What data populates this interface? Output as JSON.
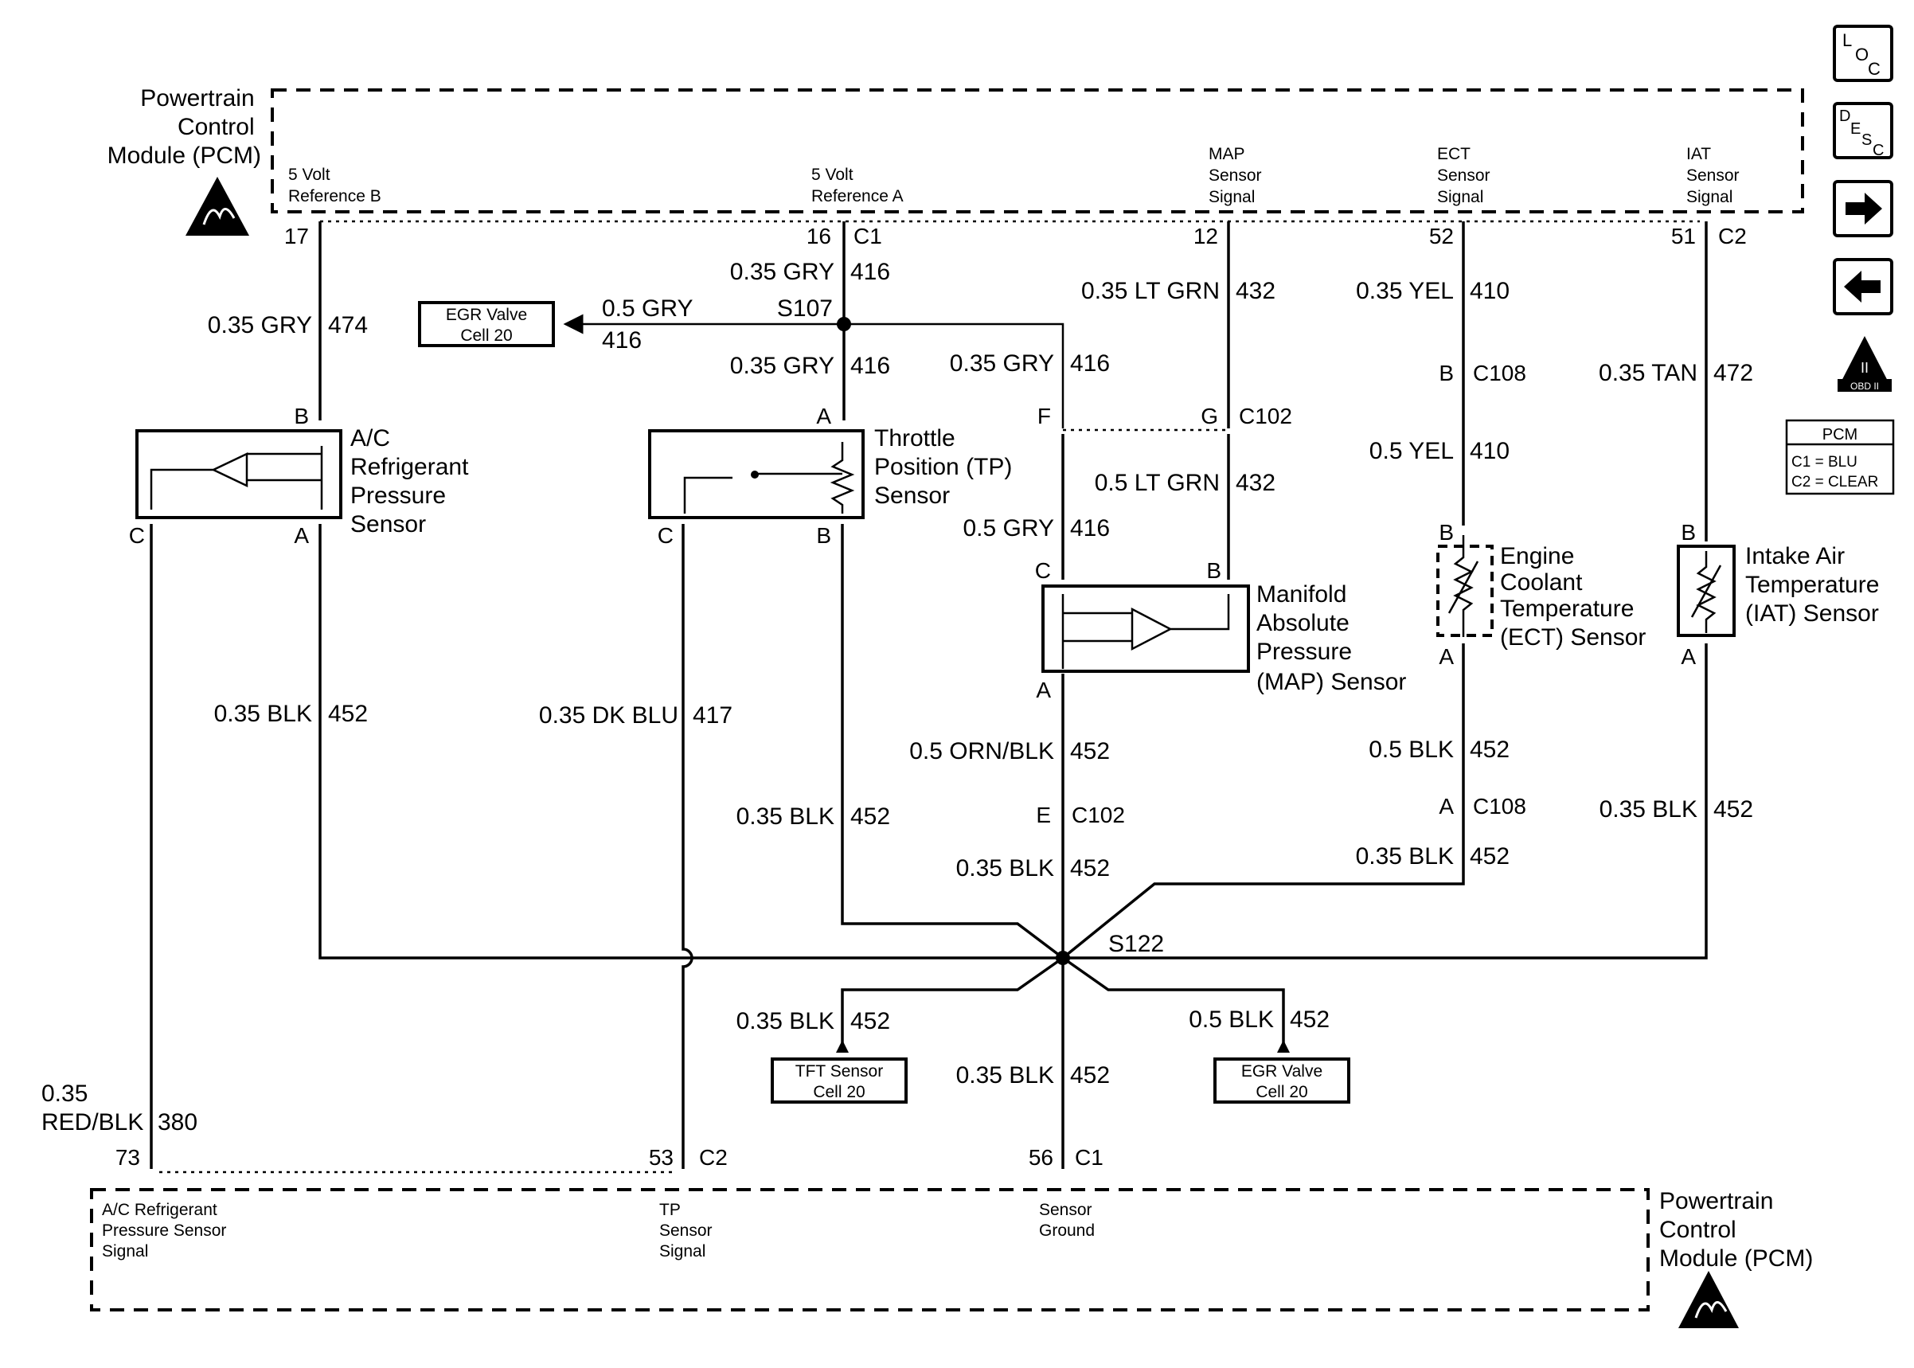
{
  "pcm_top": {
    "title_lines": [
      "Powertrain",
      "Control",
      "Module (PCM)"
    ],
    "signals": [
      {
        "lines": [
          "5 Volt",
          "Reference B"
        ]
      },
      {
        "lines": [
          "5 Volt",
          "Reference A"
        ]
      },
      {
        "lines": [
          "MAP",
          "Sensor",
          "Signal"
        ]
      },
      {
        "lines": [
          "ECT",
          "Sensor",
          "Signal"
        ]
      },
      {
        "lines": [
          "IAT",
          "Sensor",
          "Signal"
        ]
      }
    ],
    "pins": [
      "17",
      "16",
      "12",
      "52",
      "51"
    ],
    "connectors": [
      "C1",
      "C2"
    ]
  },
  "pcm_bottom": {
    "title_lines": [
      "Powertrain",
      "Control",
      "Module (PCM)"
    ],
    "signals": [
      {
        "lines": [
          "A/C Refrigerant",
          "Pressure Sensor",
          "Signal"
        ]
      },
      {
        "lines": [
          "TP",
          "Sensor",
          "Signal"
        ]
      },
      {
        "lines": [
          "Sensor",
          "Ground"
        ]
      }
    ],
    "pins": [
      "73",
      "53",
      "56"
    ],
    "connectors": [
      "C2",
      "C1"
    ]
  },
  "side_icons": {
    "loc": [
      "L",
      "O",
      "C"
    ],
    "desc": [
      "D",
      "E",
      "S",
      "C"
    ],
    "obd": [
      "II",
      "OBD II"
    ],
    "pcm_legend": {
      "title": "PCM",
      "lines": [
        "C1 = BLU",
        "C2 = CLEAR"
      ]
    }
  },
  "components": {
    "ac_sensor": {
      "lines": [
        "A/C",
        "Refrigerant",
        "Pressure",
        "Sensor"
      ],
      "pins": [
        "B",
        "C",
        "A"
      ]
    },
    "tp_sensor": {
      "lines": [
        "Throttle",
        "Position (TP)",
        "Sensor"
      ],
      "pins": [
        "A",
        "C",
        "B"
      ]
    },
    "map_sensor": {
      "lines": [
        "Manifold",
        "Absolute",
        "Pressure",
        "(MAP) Sensor"
      ],
      "pins": [
        "C",
        "B",
        "A"
      ]
    },
    "ect_sensor": {
      "lines": [
        "Engine",
        "Coolant",
        "Temperature",
        "(ECT) Sensor"
      ],
      "pins": [
        "B",
        "A"
      ]
    },
    "iat_sensor": {
      "lines": [
        "Intake Air",
        "Temperature",
        "(IAT) Sensor"
      ],
      "pins": [
        "B",
        "A"
      ]
    },
    "egr_ref_top": {
      "lines": [
        "EGR Valve",
        "Cell 20"
      ]
    },
    "tft_ref": {
      "lines": [
        "TFT Sensor",
        "Cell 20"
      ]
    },
    "egr_ref_bottom": {
      "lines": [
        "EGR Valve",
        "Cell 20"
      ]
    }
  },
  "splices": {
    "s107": "S107",
    "s122": "S122"
  },
  "connectors": {
    "c102_top": {
      "pins": [
        "F",
        "G"
      ],
      "name": "C102"
    },
    "c102_e": {
      "pin": "E",
      "name": "C102"
    },
    "c108_b": {
      "pin": "B",
      "name": "C108"
    },
    "c108_a": {
      "pin": "A",
      "name": "C108"
    }
  },
  "wires": {
    "w474": {
      "color": "0.35 GRY",
      "circuit": "474"
    },
    "w416_top": {
      "color": "0.35 GRY",
      "circuit": "416"
    },
    "w416_egr": {
      "color": "0.5 GRY",
      "circuit": "416"
    },
    "w416_tp": {
      "color": "0.35 GRY",
      "circuit": "416"
    },
    "w416_map_top": {
      "color": "0.35 GRY",
      "circuit": "416"
    },
    "w416_map_bot": {
      "color": "0.5 GRY",
      "circuit": "416"
    },
    "w432_top": {
      "color": "0.35 LT GRN",
      "circuit": "432"
    },
    "w432_bot": {
      "color": "0.5 LT GRN",
      "circuit": "432"
    },
    "w410_top": {
      "color": "0.35 YEL",
      "circuit": "410"
    },
    "w410_bot": {
      "color": "0.5 YEL",
      "circuit": "410"
    },
    "w472": {
      "color": "0.35 TAN",
      "circuit": "472"
    },
    "w452_ac": {
      "color": "0.35 BLK",
      "circuit": "452"
    },
    "w417": {
      "color": "0.35 DK BLU",
      "circuit": "417"
    },
    "w452_tp": {
      "color": "0.35 BLK",
      "circuit": "452"
    },
    "w452_map": {
      "color": "0.5 ORN/BLK",
      "circuit": "452"
    },
    "w452_mid": {
      "color": "0.35 BLK",
      "circuit": "452"
    },
    "w452_ect_top": {
      "color": "0.5 BLK",
      "circuit": "452"
    },
    "w452_ect_bot": {
      "color": "0.35 BLK",
      "circuit": "452"
    },
    "w452_iat": {
      "color": "0.35 BLK",
      "circuit": "452"
    },
    "w452_tft": {
      "color": "0.35 BLK",
      "circuit": "452"
    },
    "w452_egr": {
      "color": "0.5 BLK",
      "circuit": "452"
    },
    "w452_gnd": {
      "color": "0.35 BLK",
      "circuit": "452"
    },
    "w380": {
      "color_lines": [
        "0.35",
        "RED/BLK"
      ],
      "circuit": "380"
    }
  }
}
